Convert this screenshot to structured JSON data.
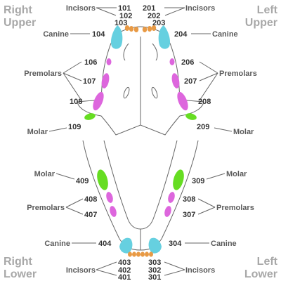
{
  "quadrants": {
    "right_upper": [
      "Right",
      "Upper"
    ],
    "left_upper": [
      "Left",
      "Upper"
    ],
    "right_lower": [
      "Right",
      "Lower"
    ],
    "left_lower": [
      "Left",
      "Lower"
    ]
  },
  "labels": {
    "incisors": "Incisors",
    "canine": "Canine",
    "premolars": "Premolars",
    "molar": "Molar"
  },
  "teeth": {
    "t101": "101",
    "t102": "102",
    "t103": "103",
    "t104": "104",
    "t106": "106",
    "t107": "107",
    "t108": "108",
    "t109": "109",
    "t201": "201",
    "t202": "202",
    "t203": "203",
    "t204": "204",
    "t206": "206",
    "t207": "207",
    "t208": "208",
    "t209": "209",
    "t301": "301",
    "t302": "302",
    "t303": "303",
    "t304": "304",
    "t307": "307",
    "t308": "308",
    "t309": "309",
    "t401": "401",
    "t402": "402",
    "t403": "403",
    "t404": "404",
    "t407": "407",
    "t408": "408",
    "t409": "409"
  },
  "colors": {
    "incisor": "#e89a45",
    "canine": "#66d0e0",
    "premolar": "#dd66dd",
    "molar": "#66dd22"
  }
}
